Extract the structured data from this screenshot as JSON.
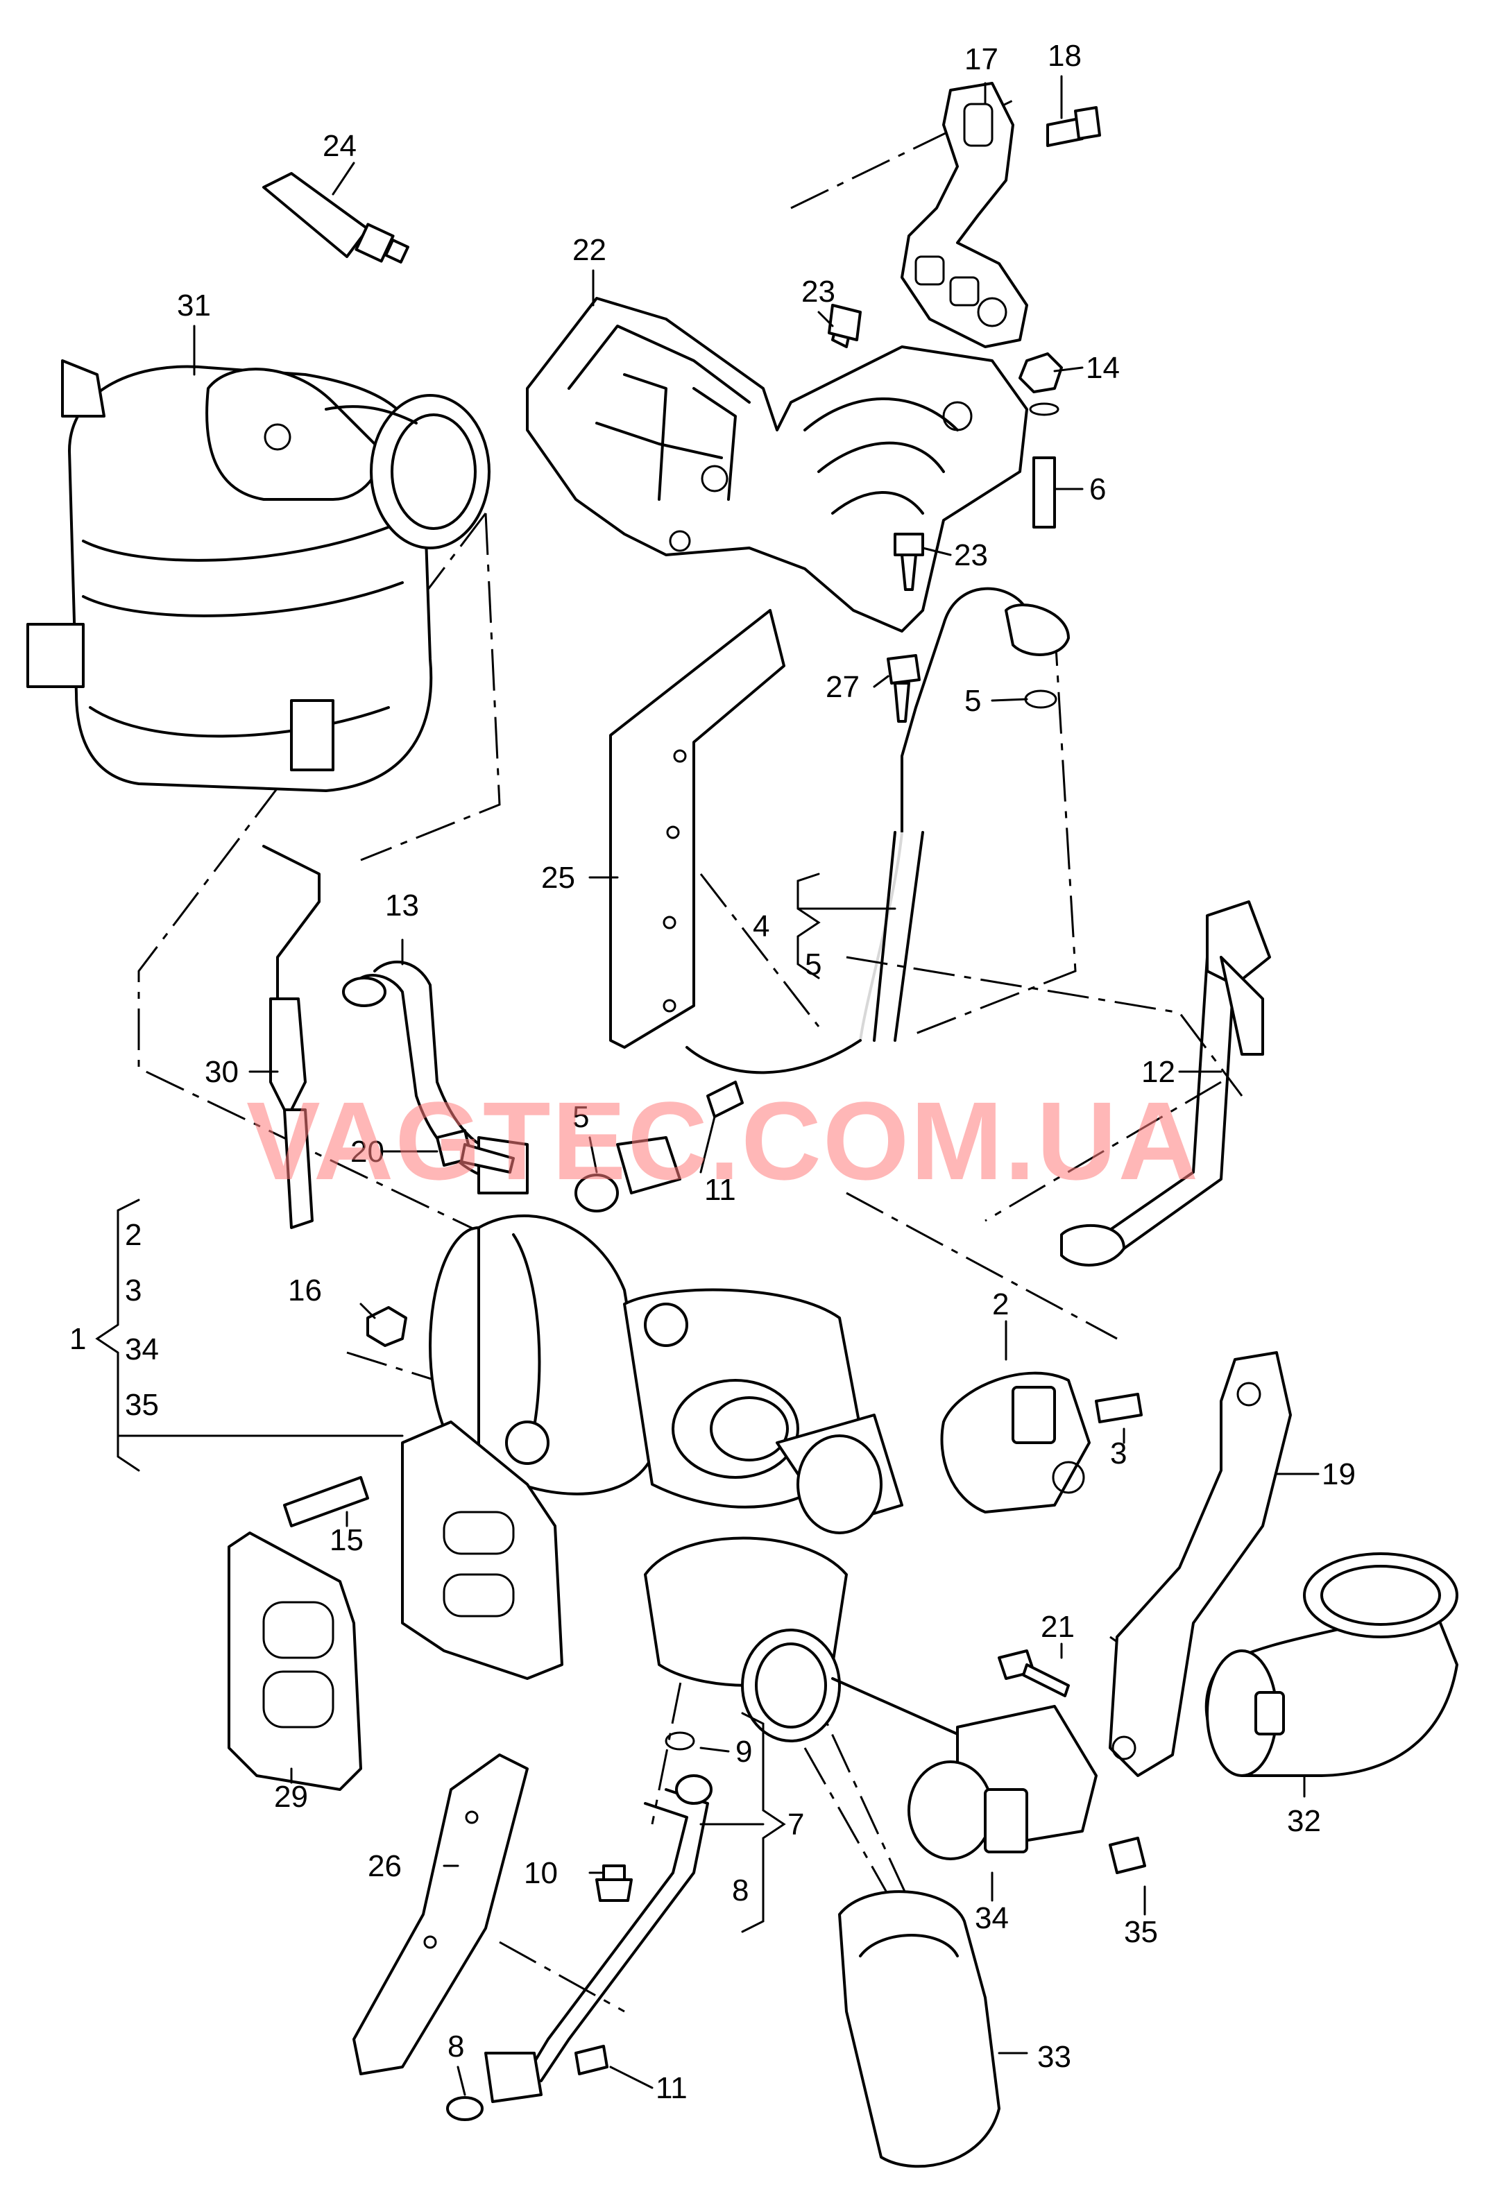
{
  "watermark": "VAGTEC.COM.UA",
  "watermark_color": "#ff7c7c",
  "labels": {
    "l1": "1",
    "l2a": "2",
    "l3a": "3",
    "l34a": "34",
    "l35a": "35",
    "l2": "2",
    "l3": "3",
    "l4": "4",
    "l5a": "5",
    "l5b": "5",
    "l5c": "5",
    "l6": "6",
    "l7": "7",
    "l8a": "8",
    "l8b": "8",
    "l9": "9",
    "l10": "10",
    "l11a": "11",
    "l11b": "11",
    "l12": "12",
    "l13": "13",
    "l14": "14",
    "l15": "15",
    "l16": "16",
    "l17": "17",
    "l18": "18",
    "l19": "19",
    "l20": "20",
    "l21": "21",
    "l22": "22",
    "l23a": "23",
    "l23b": "23",
    "l24": "24",
    "l25": "25",
    "l26": "26",
    "l27": "27",
    "l29": "29",
    "l30": "30",
    "l31": "31",
    "l32": "32",
    "l33": "33",
    "l34": "34",
    "l35": "35"
  },
  "icons": {
    "turbocharger": "turbocharger-icon",
    "catalytic_converter": "catalytic-converter-icon",
    "heat_shield": "heat-shield-icon",
    "hose": "hose-icon",
    "bolt": "bolt-icon",
    "gasket": "gasket-icon",
    "sensor": "sensor-icon",
    "actuator": "actuator-icon"
  }
}
